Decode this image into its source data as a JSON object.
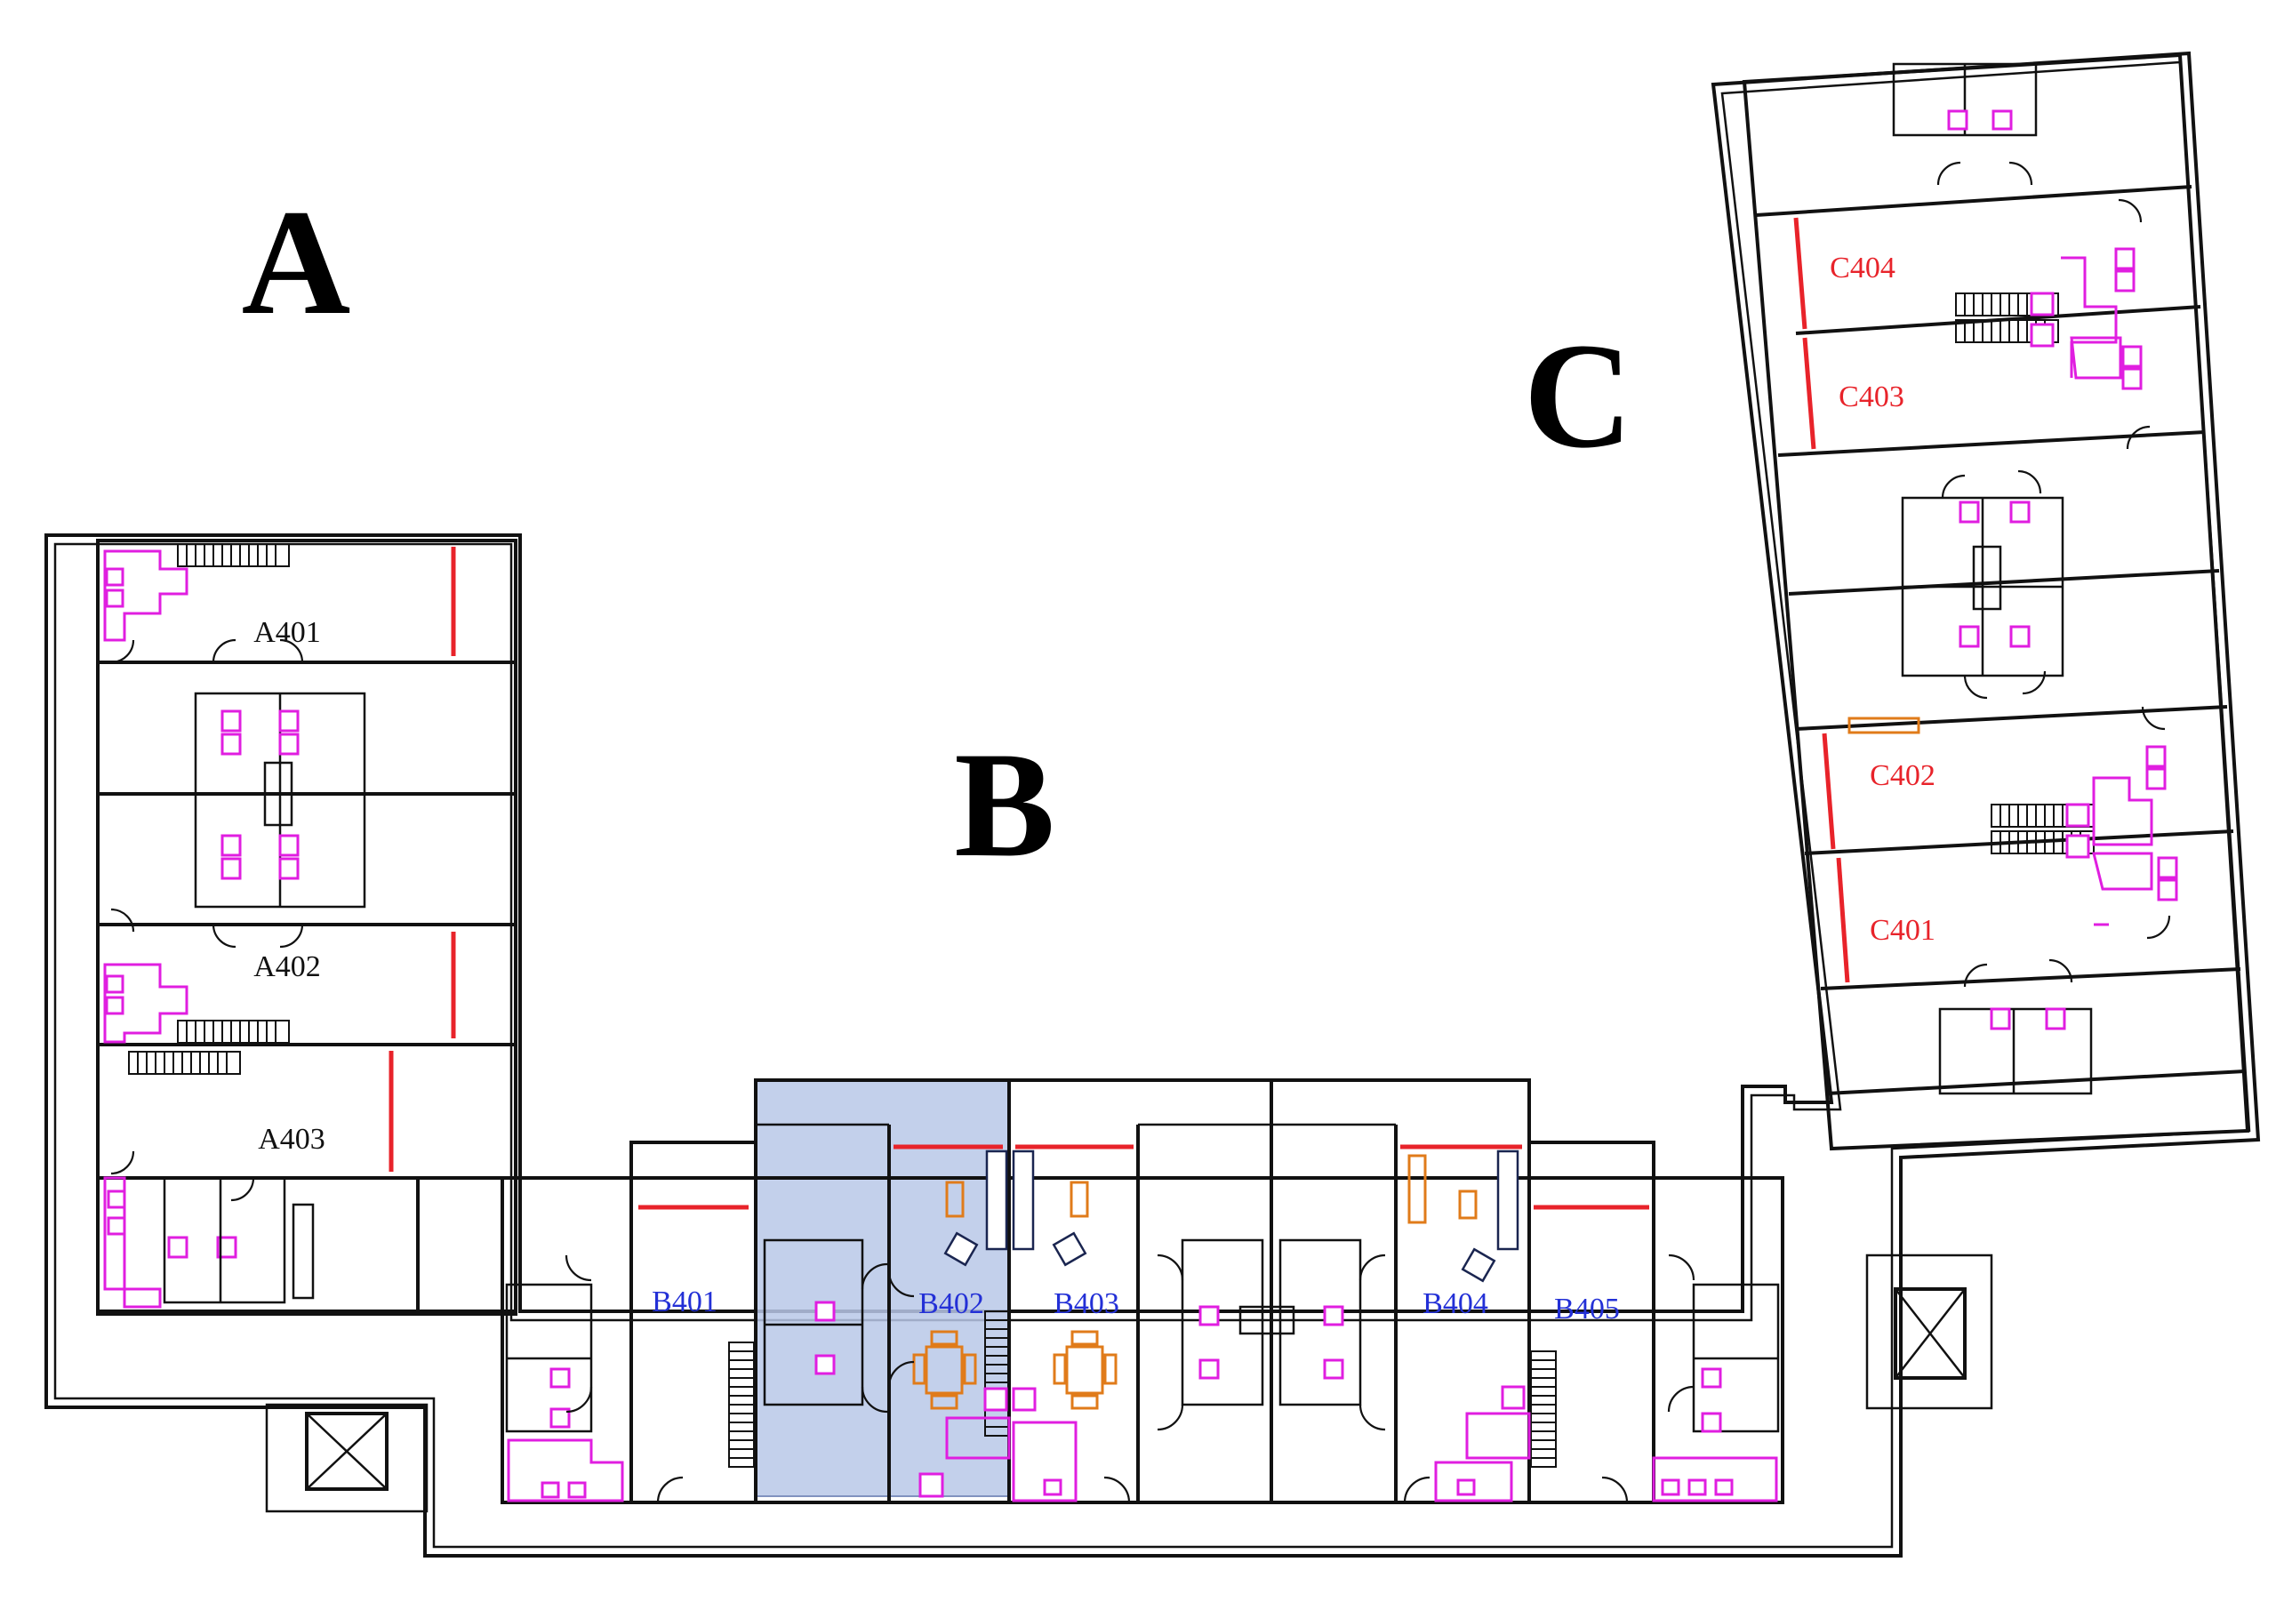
{
  "sections": [
    {
      "id": "A",
      "label": "A"
    },
    {
      "id": "B",
      "label": "B"
    },
    {
      "id": "C",
      "label": "C"
    }
  ],
  "rooms": {
    "A401": "A401",
    "A402": "A402",
    "A403": "A403",
    "B401": "B401",
    "B402": "B402",
    "B403": "B403",
    "B404": "B404",
    "B405": "B405",
    "C401": "C401",
    "C402": "C402",
    "C403": "C403",
    "C404": "C404"
  },
  "highlighted_room": "B402",
  "colors": {
    "walls": "#111111",
    "windows": "#e8232a",
    "fixtures": "#e01ee0",
    "furniture": "#e07b1a",
    "highlight": "#b9c8e8",
    "label_a": "#111111",
    "label_b": "#2330d6",
    "label_c": "#e8232a"
  }
}
